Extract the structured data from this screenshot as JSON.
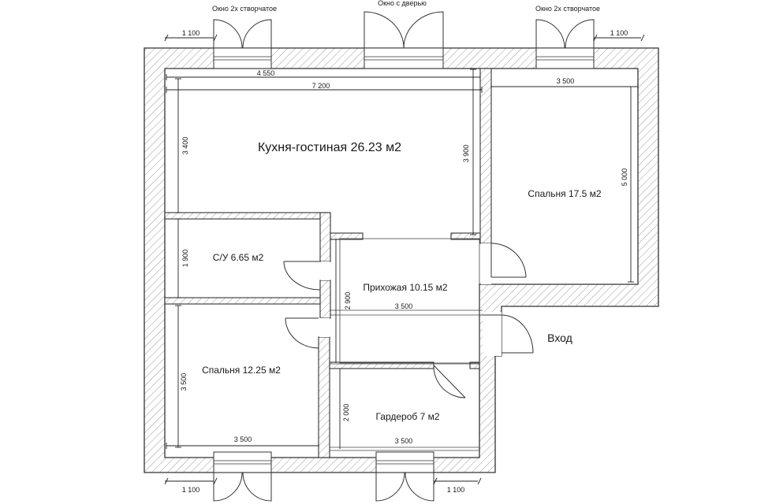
{
  "labels": {
    "window_left": "Окно 2х створчатое",
    "window_door": "Окно с дверью",
    "window_right": "Окно 2х створчатое",
    "entrance": "Вход"
  },
  "rooms": {
    "kitchen": "Кухня-гостиная 26.23 м2",
    "bedroom_large": "Спальня 17.5 м2",
    "bathroom": "С/У 6.65 м2",
    "hallway": "Прихожая 10.15 м2",
    "bedroom_small": "Спальня 12.25 м2",
    "wardrobe": "Гардероб 7 м2"
  },
  "dimensions": {
    "top_left_1100": "1 100",
    "top_right_1100": "1 100",
    "d4550": "4 550",
    "d7200": "7 200",
    "d3400": "3 400",
    "d3900": "3 900",
    "d3500_top": "3 500",
    "d5000": "5 000",
    "d1900": "1 900",
    "d2900": "2 900",
    "d3500_hall": "3 500",
    "d3500_left": "3 500",
    "d3500_bottom_left": "3 500",
    "d2000": "2 000",
    "d3500_bottom_right": "3 500",
    "bottom_left_1100": "1 100",
    "bottom_right_1100": "1 100"
  }
}
